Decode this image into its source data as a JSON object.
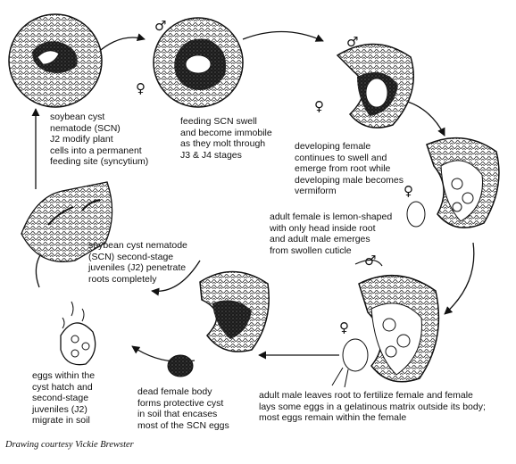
{
  "captions": {
    "syncytium": "soybean cyst\nnematode (SCN)\nJ2 modify plant\ncells into a permanent\nfeeding site (syncytium)",
    "swell": "feeding SCN swell\nand become immobile\nas they molt through\nJ3 & J4 stages",
    "developing": "developing female\ncontinues to swell and\nemerge from root while\ndeveloping male becomes\nvermiform",
    "adult": "adult female is lemon-shaped\nwith only head inside root\nand adult male emerges\nfrom swollen cuticle",
    "fertilize": "adult male leaves root to fertilize female and female\nlays some eggs in a gelatinous matrix outside its body;\nmost eggs remain within the female",
    "dead": "dead female body\nforms protective cyst\nin soil that encases\nmost of the SCN eggs",
    "eggs": "eggs within the\ncyst hatch and\nsecond-stage\njuveniles (J2)\nmigrate in soil",
    "penetrate": "soybean cyst nematode\n(SCN) second-stage\njuveniles (J2) penetrate\nroots completely"
  },
  "symbols": {
    "male": "♂",
    "female": "♀"
  },
  "credit": "Drawing courtesy Vickie Brewster"
}
